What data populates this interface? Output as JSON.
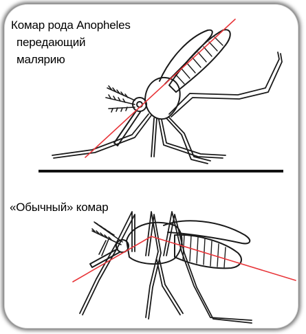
{
  "top": {
    "title_line_1": "Комар рода Anopheles",
    "title_line_2": "передающий",
    "title_line_3": "малярию"
  },
  "bottom": {
    "title": "«Обычный» комар"
  },
  "colors": {
    "axis_line": "#e8363a",
    "outline": "#1a1a1a",
    "frame_shadow": "#000000"
  }
}
